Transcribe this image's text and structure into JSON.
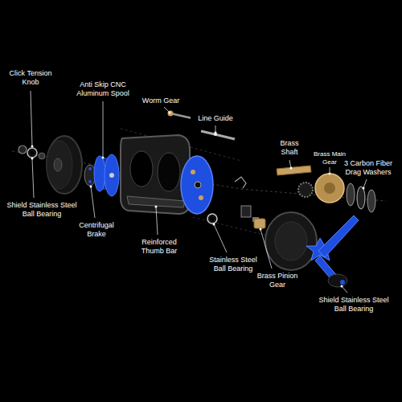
{
  "diagram": {
    "labels": [
      "Click Tension Knob",
      "Anti Skip CNC Aluminum Spool",
      "Worm Gear",
      "Line Guide",
      "Brass Shaft",
      "Brass Main Gear",
      "3 Carbon Fiber Drag Washers",
      "Shield Stainless Steel Ball Bearing",
      "Centrifugal Brake",
      "Reinforced Thumb Bar",
      "Stainless Steel Ball Bearing",
      "Brass Pinion Gear",
      "Shield Stainless Steel Ball Bearing"
    ]
  }
}
